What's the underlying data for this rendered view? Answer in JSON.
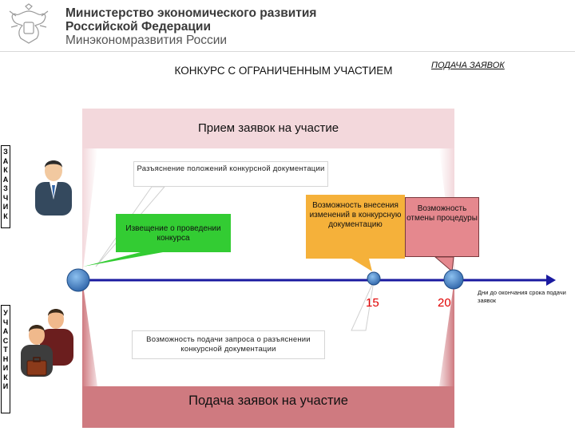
{
  "header": {
    "emblem_icon": "double-headed-eagle-emblem",
    "ministry_line1": "Министерство экономического развития",
    "ministry_line2": "Российской Федерации",
    "ministry_short": "Минэкономразвития России"
  },
  "slide": {
    "title": "КОНКУРС С ОГРАНИЧЕННЫМ УЧАСТИЕМ",
    "submission_link": "ПОДАЧА ЗАЯВОК",
    "band_top": "Прием заявок на участие",
    "band_bottom": "Подача заявок на участие",
    "side_clients": "З А К А З Ч И К",
    "side_participants": "У Ч А С Т Н И К И",
    "clarify": "Разъяснение положений конкурсной документации",
    "notice": "Извещение о проведении конкурса",
    "changes": "Возможность внесения изменений в конкурсную документацию",
    "cancel": "Возможность отмены процедуры",
    "request": "Возможность подачи запроса о разъяснении конкурсной документации",
    "day_15": "15",
    "day_20": "20",
    "days_note": "Дни до окончания срока подачи заявок"
  },
  "colors": {
    "band_top": "#f3d8dc",
    "band_bottom": "#cf7a80",
    "notice": "#33cc33",
    "changes": "#f5b13a",
    "cancel": "#e5888e",
    "timeline": "#1a1aa0",
    "day_numbers": "#e00000",
    "node": "#4a86c8"
  },
  "icons": {
    "client": "businessman-icon",
    "participants": "group-with-briefcase-icon"
  }
}
